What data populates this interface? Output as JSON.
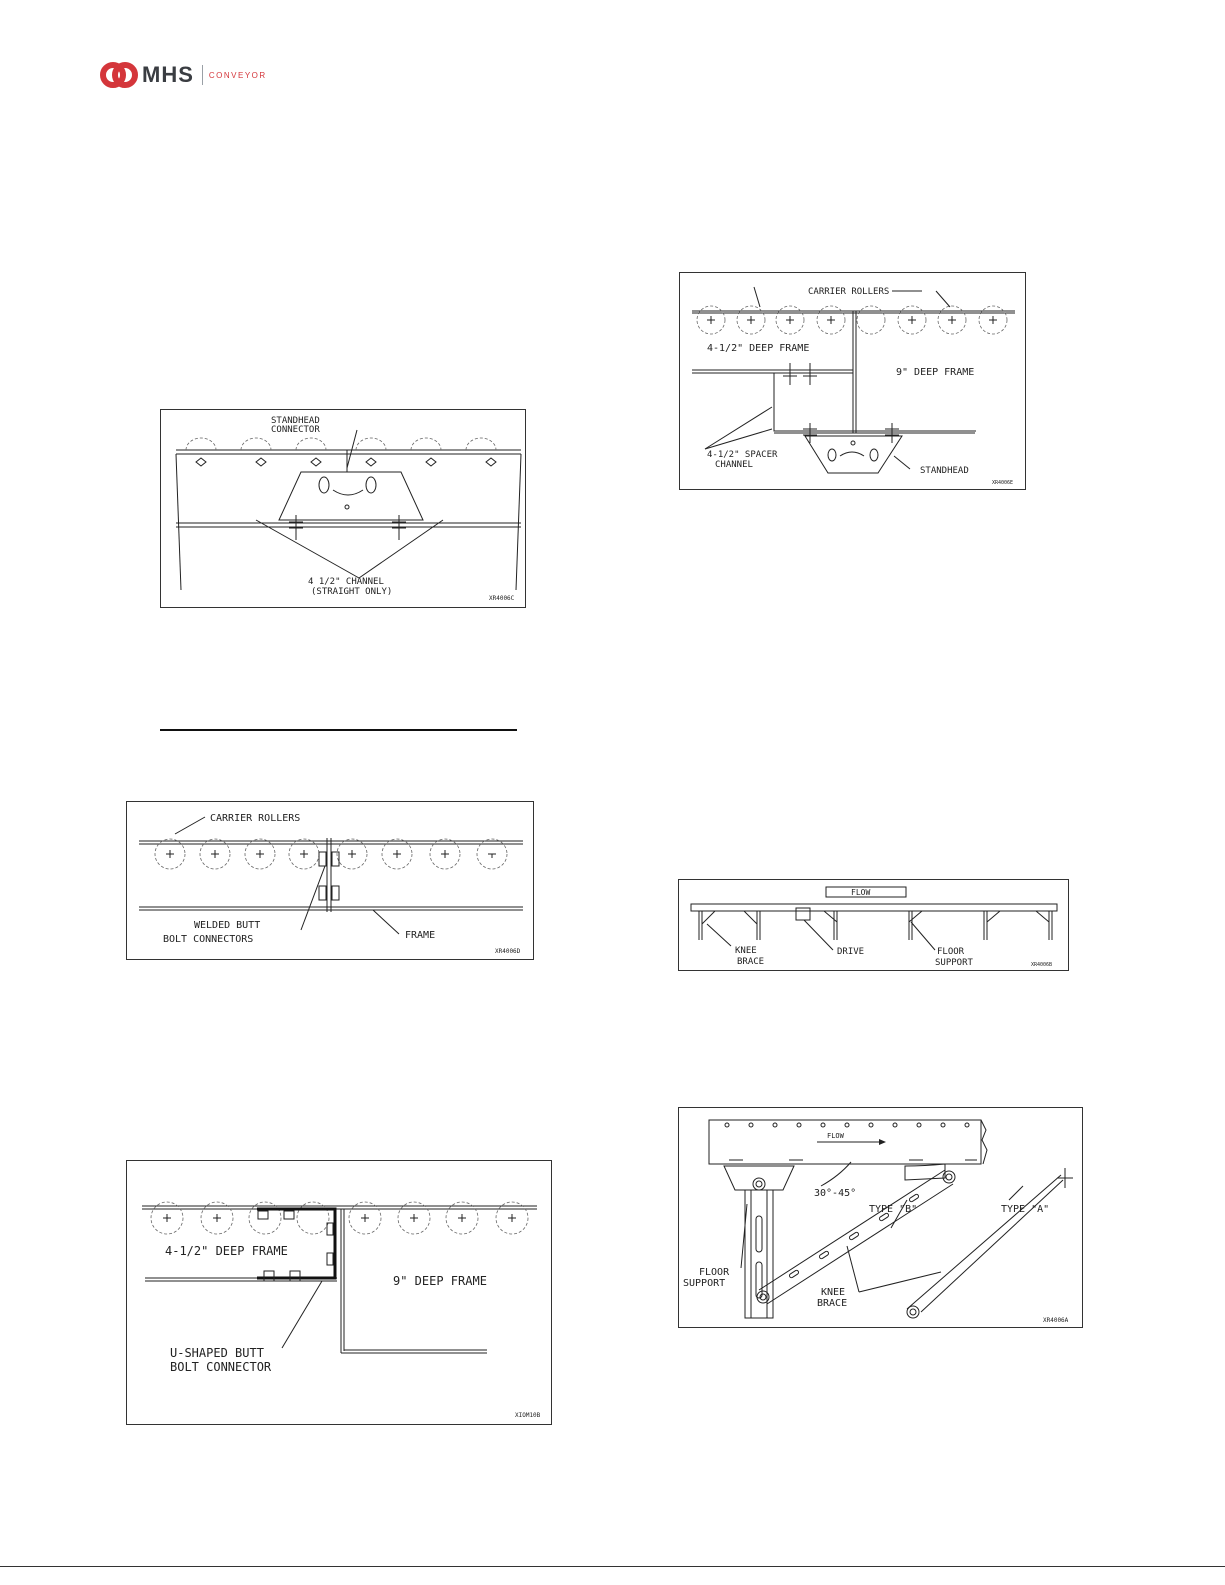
{
  "header": {
    "brand": "MHS",
    "subbrand": "CONVEYOR",
    "brand_color": "#d4363b"
  },
  "fig1": {
    "label_standhead": "STANDHEAD",
    "label_connector": "CONNECTOR",
    "label_channel": "4 1/2\" CHANNEL",
    "label_straight": "(STRAIGHT ONLY)",
    "code": "XR4006C"
  },
  "fig2": {
    "label_rollers": "CARRIER ROLLERS",
    "label_welded": "WELDED BUTT",
    "label_bolt": "BOLT CONNECTORS",
    "label_frame": "FRAME",
    "code": "XR4006D"
  },
  "fig3": {
    "label_45": "4-1/2\" DEEP FRAME",
    "label_9": "9\" DEEP FRAME",
    "label_ushaped": "U-SHAPED BUTT",
    "label_bolt": "BOLT CONNECTOR",
    "code": "XIOM10B"
  },
  "fig4": {
    "label_rollers": "CARRIER ROLLERS",
    "label_45": "4-1/2\" DEEP FRAME",
    "label_9": "9\" DEEP FRAME",
    "label_spacer": "4-1/2\" SPACER",
    "label_channel": "CHANNEL",
    "label_standhead": "STANDHEAD",
    "code": "XR4006E"
  },
  "fig5": {
    "label_flow": "FLOW",
    "label_knee": "KNEE",
    "label_brace": "BRACE",
    "label_drive": "DRIVE",
    "label_floor": "FLOOR",
    "label_support": "SUPPORT",
    "code": "XR4006B"
  },
  "fig6": {
    "label_flow": "FLOW",
    "label_angle": "30°-45°",
    "label_typeb": "TYPE \"B\"",
    "label_typea": "TYPE \"A\"",
    "label_floor": "FLOOR",
    "label_support": "SUPPORT",
    "label_knee": "KNEE",
    "label_brace": "BRACE",
    "code": "XR4006A"
  }
}
